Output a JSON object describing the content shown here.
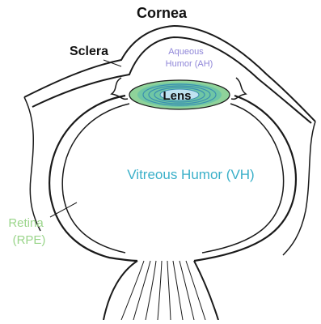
{
  "labels": {
    "cornea": "Cornea",
    "sclera": "Sclera",
    "aqueous_line1": "Aqueous",
    "aqueous_line2": "Humor (AH)",
    "lens": "Lens",
    "vitreous": "Vitreous Humor (VH)",
    "retina_line1": "Retina",
    "retina_line2": "(RPE)"
  },
  "colors": {
    "outline": "#1a1a1a",
    "aqueous_text": "#8f86d8",
    "vitreous_text": "#3bb0c9",
    "retina_text": "#9ad58a",
    "lens_fill": "#8fd39a",
    "lens_ring": "#3a8fb0",
    "lens_center": "#bfe3f0"
  }
}
